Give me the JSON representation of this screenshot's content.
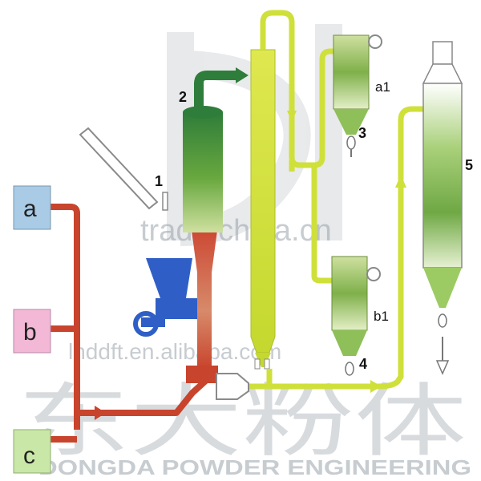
{
  "labels": {
    "input_a": "a",
    "input_b": "b",
    "input_c": "c",
    "n1": "1",
    "n2": "2",
    "n3": "3",
    "n4": "4",
    "n5": "5",
    "a1": "a1",
    "b1": "b1"
  },
  "watermarks": {
    "trade": "trade.china.cn",
    "site": "lnddft.en.alibaba.com",
    "brand_cn": "东大粉体",
    "brand_en": "DONGDA POWDER ENGINEERING"
  },
  "colors": {
    "pipe_red": "#c8442c",
    "pipe_yellow": "#cfe03a",
    "tower_green": "#5f9a3c",
    "feeder_blue": "#2f5fc6",
    "box_a": "#a9cbe6",
    "box_b": "#f2b8d6",
    "box_c": "#c9e7a6"
  }
}
